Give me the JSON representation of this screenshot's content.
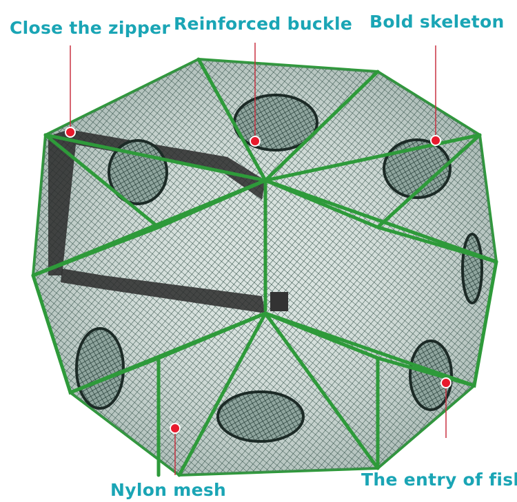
{
  "image": {
    "subject": "collapsible-fishing-trap",
    "colors": {
      "label_text": "#1aa5b5",
      "pointer_dot": "#e8192c",
      "pointer_line": "#c83040",
      "frame": "#2e9a3a",
      "mesh": "#1f3b34"
    }
  },
  "labels": {
    "close_zipper": "Close the zipper",
    "reinforced_buckle": "Reinforced buckle",
    "bold_skeleton": "Bold skeleton",
    "nylon_mesh": "Nylon mesh",
    "entry_of_fish": "The entry of fish"
  }
}
